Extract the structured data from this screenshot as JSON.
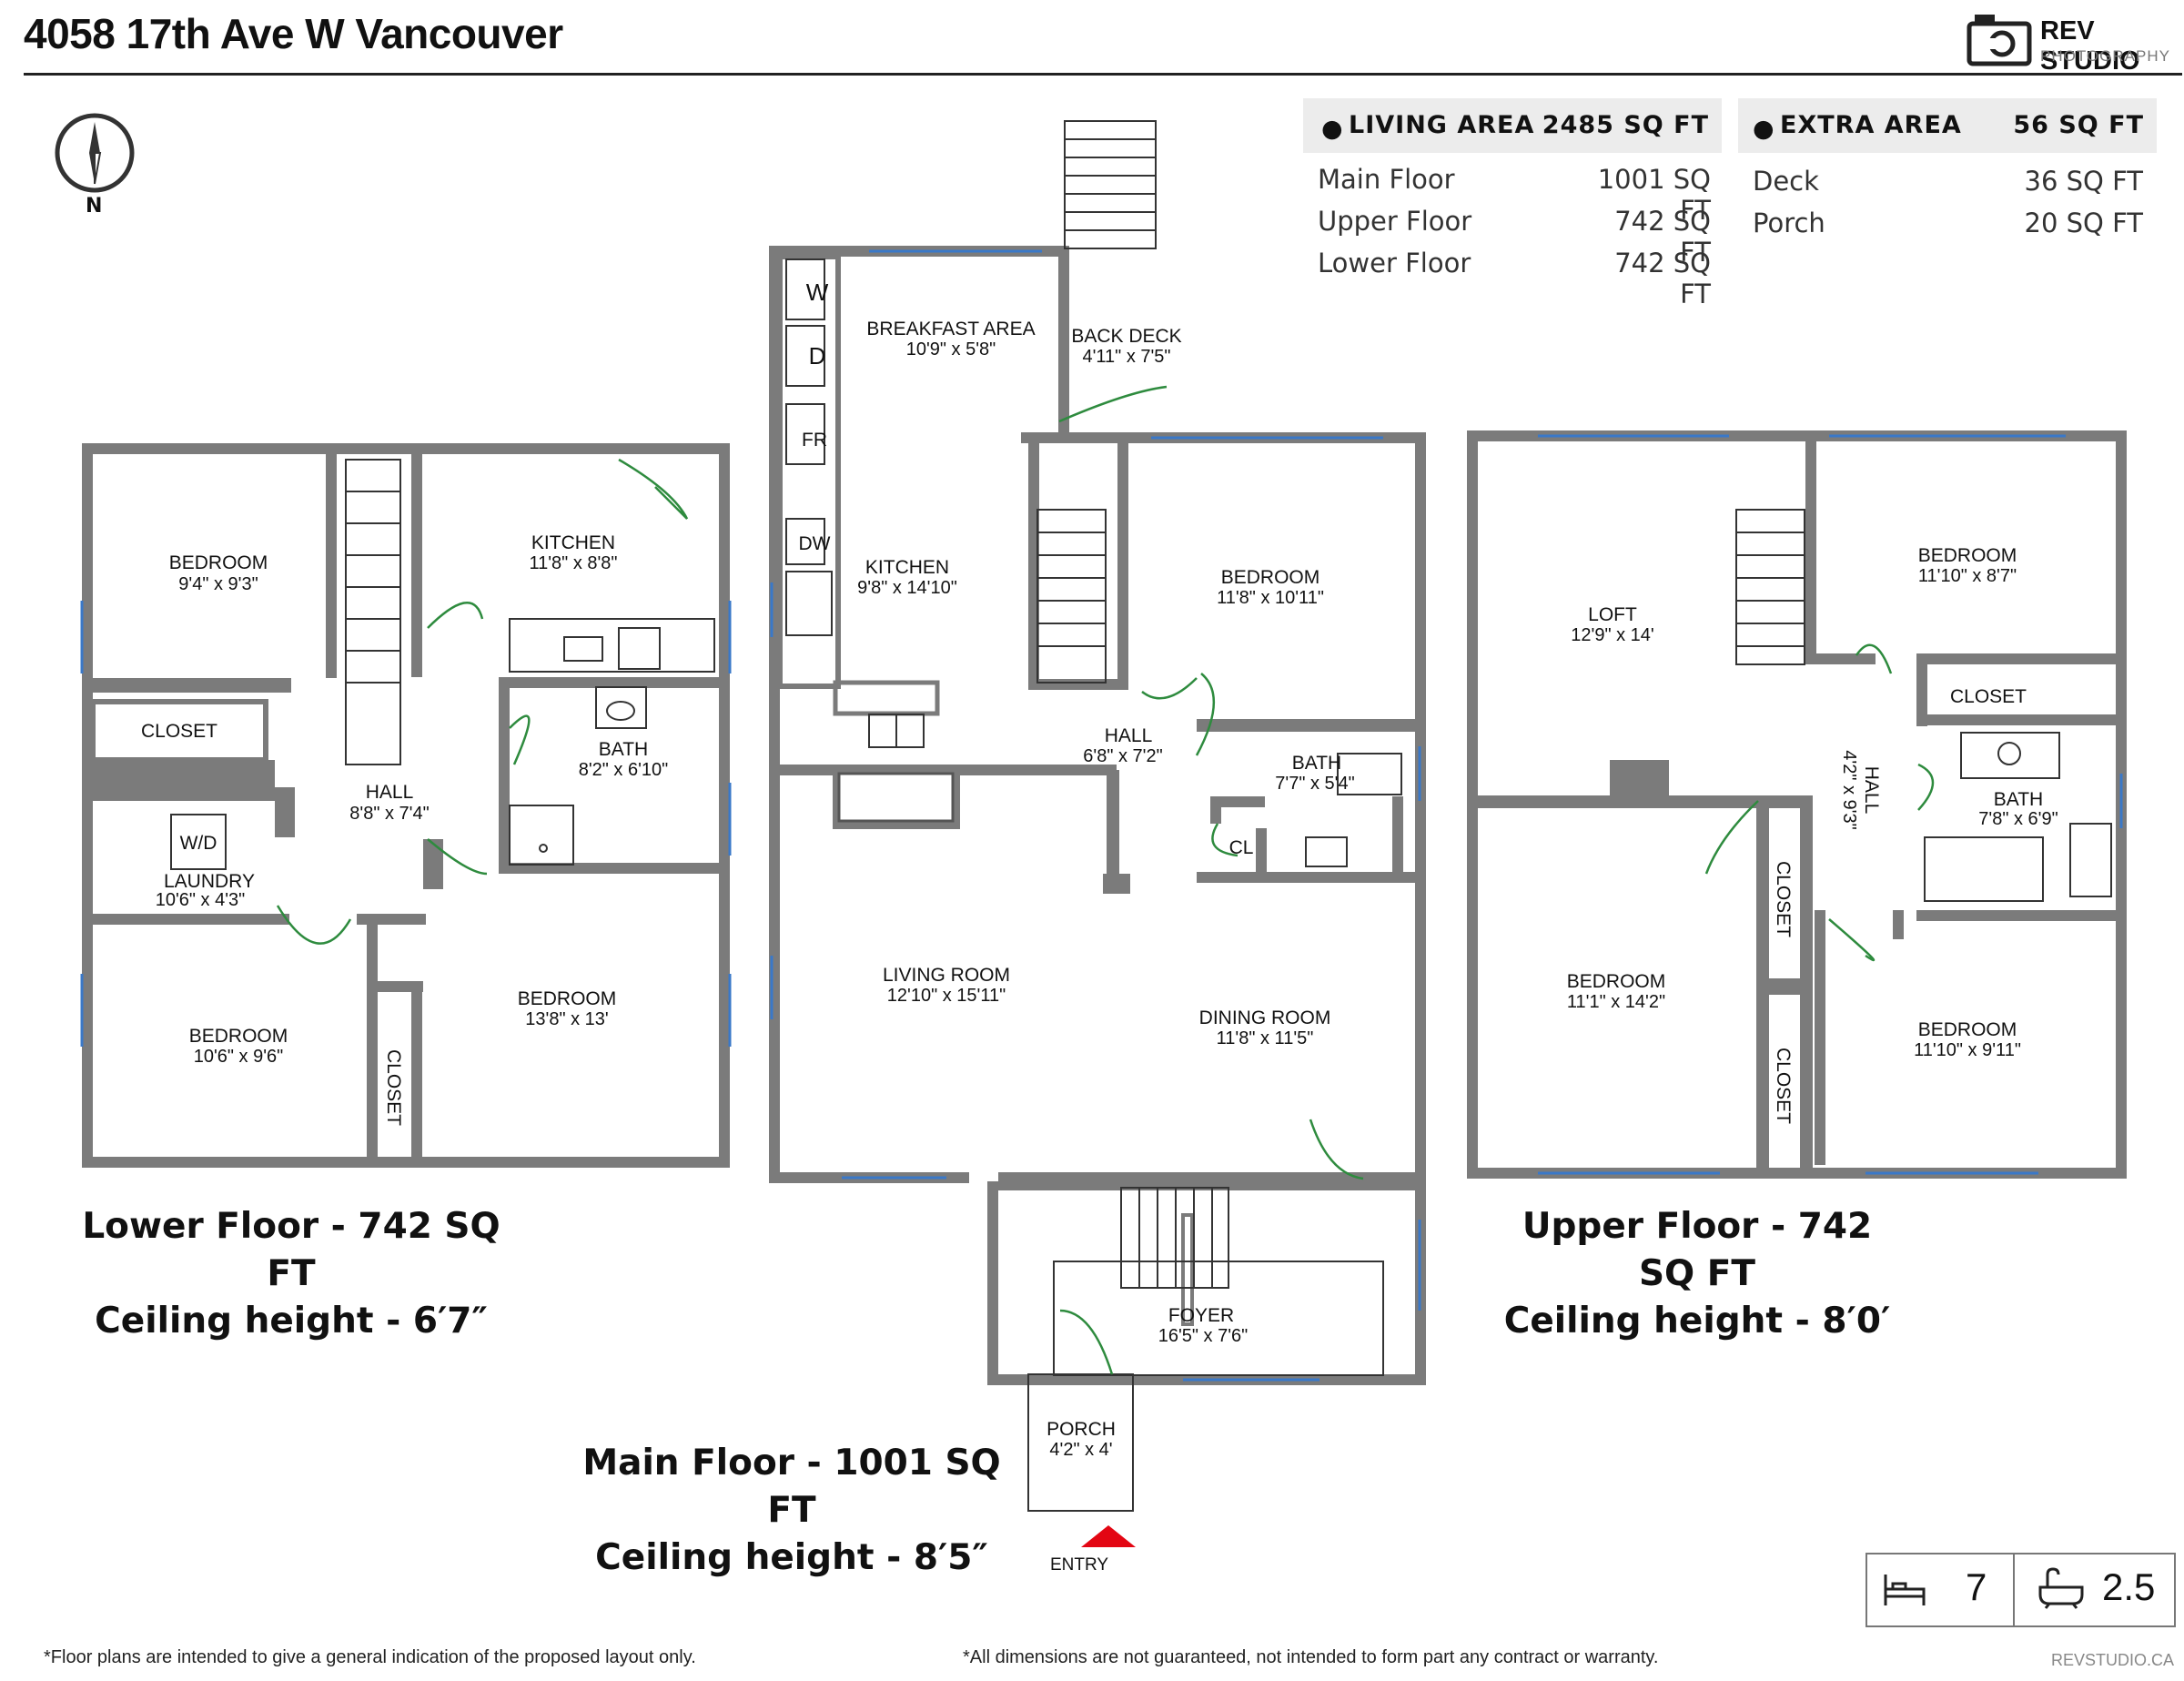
{
  "header": {
    "title": "4058 17th Ave W Vancouver",
    "logo_name": "REV STUDIO",
    "logo_sub": "PHOTOGRAPHY"
  },
  "compass": {
    "label": "N"
  },
  "living_area": {
    "label": "LIVING AREA",
    "total": "2485 SQ FT",
    "rows": [
      {
        "name": "Main Floor",
        "value": "1001 SQ FT"
      },
      {
        "name": "Upper Floor",
        "value": "742 SQ FT"
      },
      {
        "name": "Lower Floor",
        "value": "742 SQ FT"
      }
    ]
  },
  "extra_area": {
    "label": "EXTRA AREA",
    "total": "56 SQ FT",
    "rows": [
      {
        "name": "Deck",
        "value": "36 SQ FT"
      },
      {
        "name": "Porch",
        "value": "20 SQ FT"
      }
    ]
  },
  "lower": {
    "caption1": "Lower Floor - 742 SQ FT",
    "caption2": "Ceiling height - 6′7″",
    "rooms": {
      "bedroom1": {
        "name": "BEDROOM",
        "dim": "9'4\" x 9'3\""
      },
      "kitchen": {
        "name": "KITCHEN",
        "dim": "11'8\" x 8'8\""
      },
      "closet1": {
        "name": "CLOSET"
      },
      "hall": {
        "name": "HALL",
        "dim": "8'8\" x 7'4\""
      },
      "bath": {
        "name": "BATH",
        "dim": "8'2\" x 6'10\""
      },
      "wd": {
        "name": "W/D"
      },
      "laundry": {
        "name": "LAUNDRY",
        "dim": "10'6\" x 4'3\""
      },
      "bedroom2": {
        "name": "BEDROOM",
        "dim": "10'6\" x 9'6\""
      },
      "bedroom3": {
        "name": "BEDROOM",
        "dim": "13'8\" x 13'"
      },
      "closet2": {
        "name": "CLOSET"
      }
    }
  },
  "main": {
    "caption1": "Main Floor - 1001 SQ FT",
    "caption2": "Ceiling height - 8′5″",
    "rooms": {
      "appliance_w": {
        "name": "W"
      },
      "appliance_d": {
        "name": "D"
      },
      "appliance_fr": {
        "name": "FR"
      },
      "appliance_dw": {
        "name": "DW"
      },
      "breakfast": {
        "name": "BREAKFAST AREA",
        "dim": "10'9\" x 5'8\""
      },
      "back_deck": {
        "name": "BACK DECK",
        "dim": "4'11\" x 7'5\""
      },
      "kitchen": {
        "name": "KITCHEN",
        "dim": "9'8\" x 14'10\""
      },
      "bedroom": {
        "name": "BEDROOM",
        "dim": "11'8\" x 10'11\""
      },
      "hall": {
        "name": "HALL",
        "dim": "6'8\" x 7'2\""
      },
      "bath": {
        "name": "BATH",
        "dim": "7'7\" x 5'4\""
      },
      "cl": {
        "name": "CL"
      },
      "living": {
        "name": "LIVING ROOM",
        "dim": "12'10\" x 15'11\""
      },
      "dining": {
        "name": "DINING ROOM",
        "dim": "11'8\" x 11'5\""
      },
      "foyer": {
        "name": "FOYER",
        "dim": "16'5\" x 7'6\""
      },
      "porch": {
        "name": "PORCH",
        "dim": "4'2\" x 4'"
      },
      "entry": {
        "name": "ENTRY"
      }
    }
  },
  "upper": {
    "caption1": "Upper Floor - 742 SQ FT",
    "caption2": "Ceiling height - 8′0′",
    "rooms": {
      "loft": {
        "name": "LOFT",
        "dim": "12'9\" x 14'"
      },
      "bedroom1": {
        "name": "BEDROOM",
        "dim": "11'10\" x 8'7\""
      },
      "closet1": {
        "name": "CLOSET"
      },
      "hall": {
        "name": "HALL",
        "dim": "4'2\" x 9'3\""
      },
      "bath": {
        "name": "BATH",
        "dim": "7'8\" x 6'9\""
      },
      "closet2": {
        "name": "CLOSET"
      },
      "closet3": {
        "name": "CLOSET"
      },
      "bedroom2": {
        "name": "BEDROOM",
        "dim": "11'1\" x 14'2\""
      },
      "bedroom3": {
        "name": "BEDROOM",
        "dim": "11'10\" x 9'11\""
      }
    }
  },
  "stats": {
    "beds": "7",
    "baths": "2.5"
  },
  "footer": {
    "left": "*Floor plans are intended to give a general indication of the proposed layout only.",
    "center": "*All dimensions are not guaranteed, not intended to form part any contract or warranty.",
    "right": "REVSTUDIO.CA"
  },
  "colors": {
    "wall": "#7b7b7b",
    "door": "#2e8b3e",
    "window": "#3a78c8",
    "entry_marker": "#e30613"
  }
}
